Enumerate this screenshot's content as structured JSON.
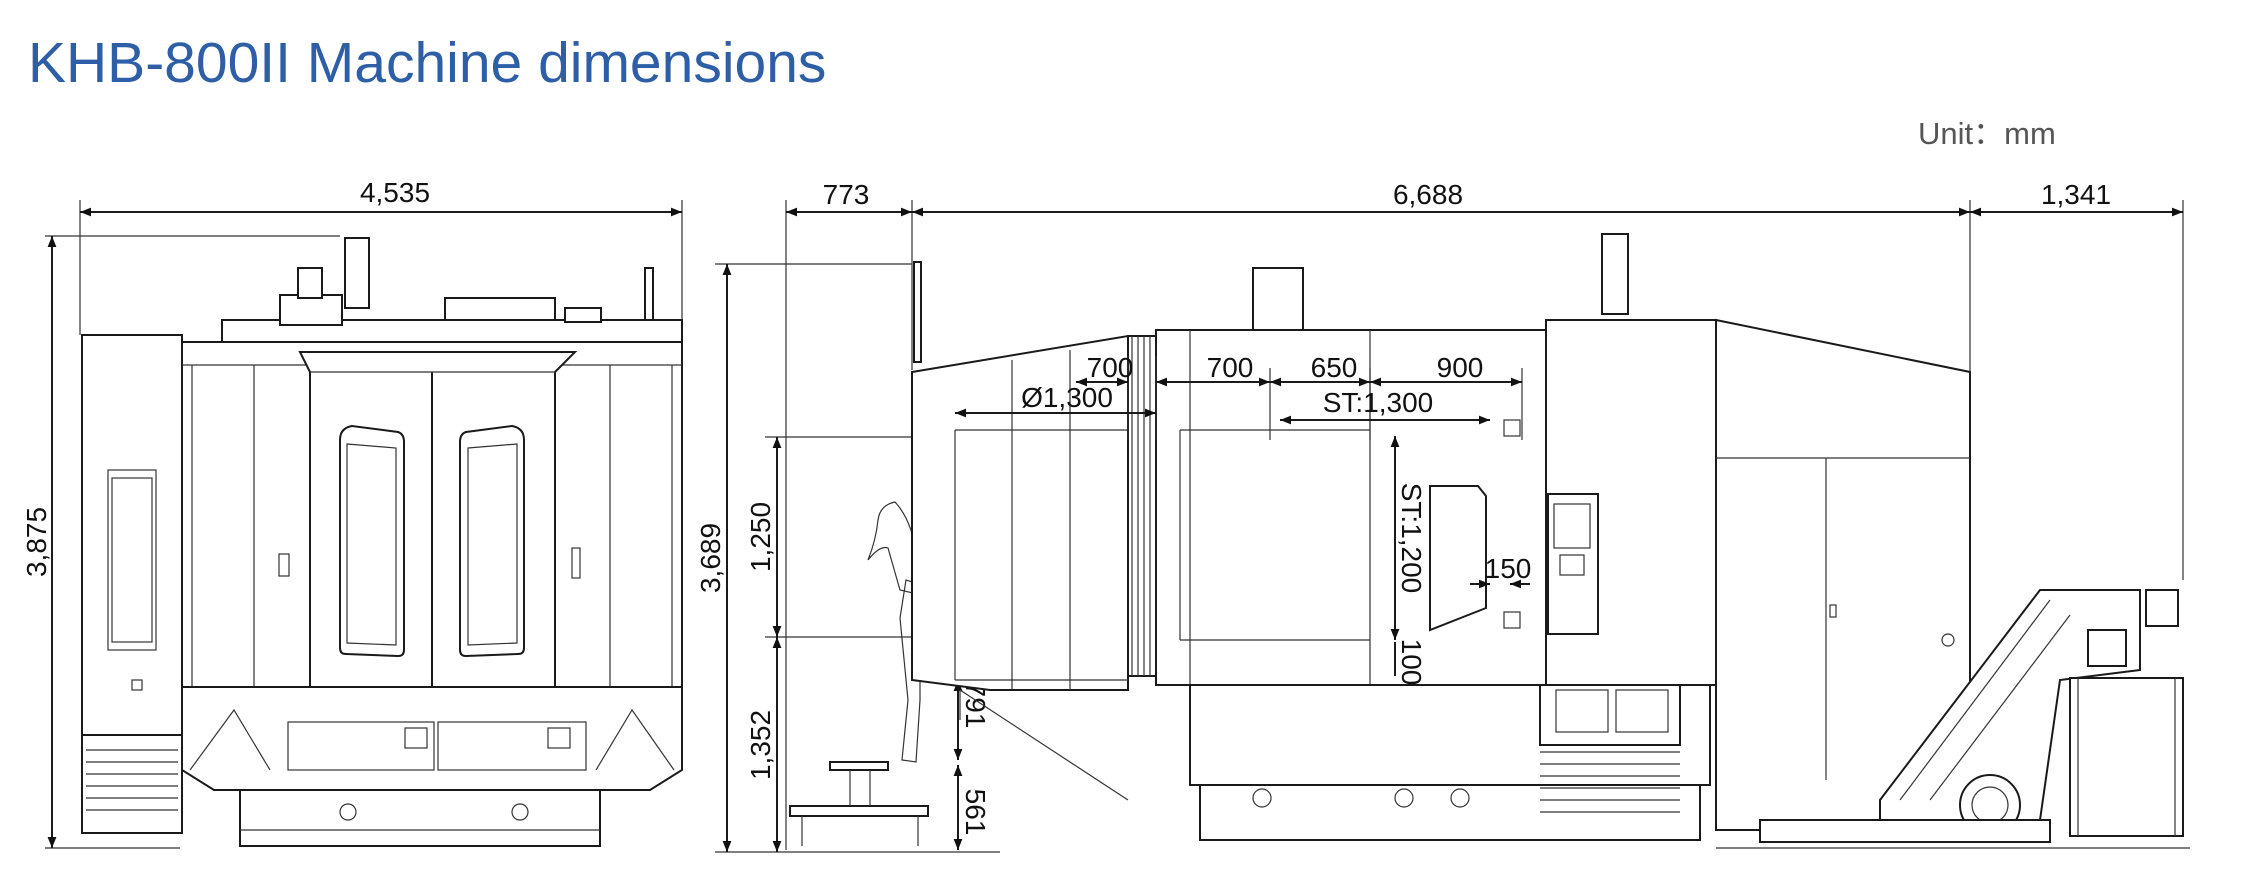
{
  "header": {
    "title": "KHB-800II Machine dimensions",
    "unit": "Unit：mm"
  },
  "front_view": {
    "width": "4,535",
    "height": "3,875"
  },
  "side_view": {
    "left_overhang": "773",
    "length": "6,688",
    "right_overhang": "1,341",
    "height": "3,689",
    "upper_height": "1,250",
    "lower_height": "1,352",
    "table_height": "791",
    "step_height": "561",
    "bay_a": "700",
    "bay_b": "700",
    "bay_c": "650",
    "bay_d": "900",
    "diameter": "Ø1,300",
    "stroke_x": "ST:1,300",
    "stroke_y": "ST:1,200",
    "offset_150": "150",
    "offset_100": "100"
  }
}
